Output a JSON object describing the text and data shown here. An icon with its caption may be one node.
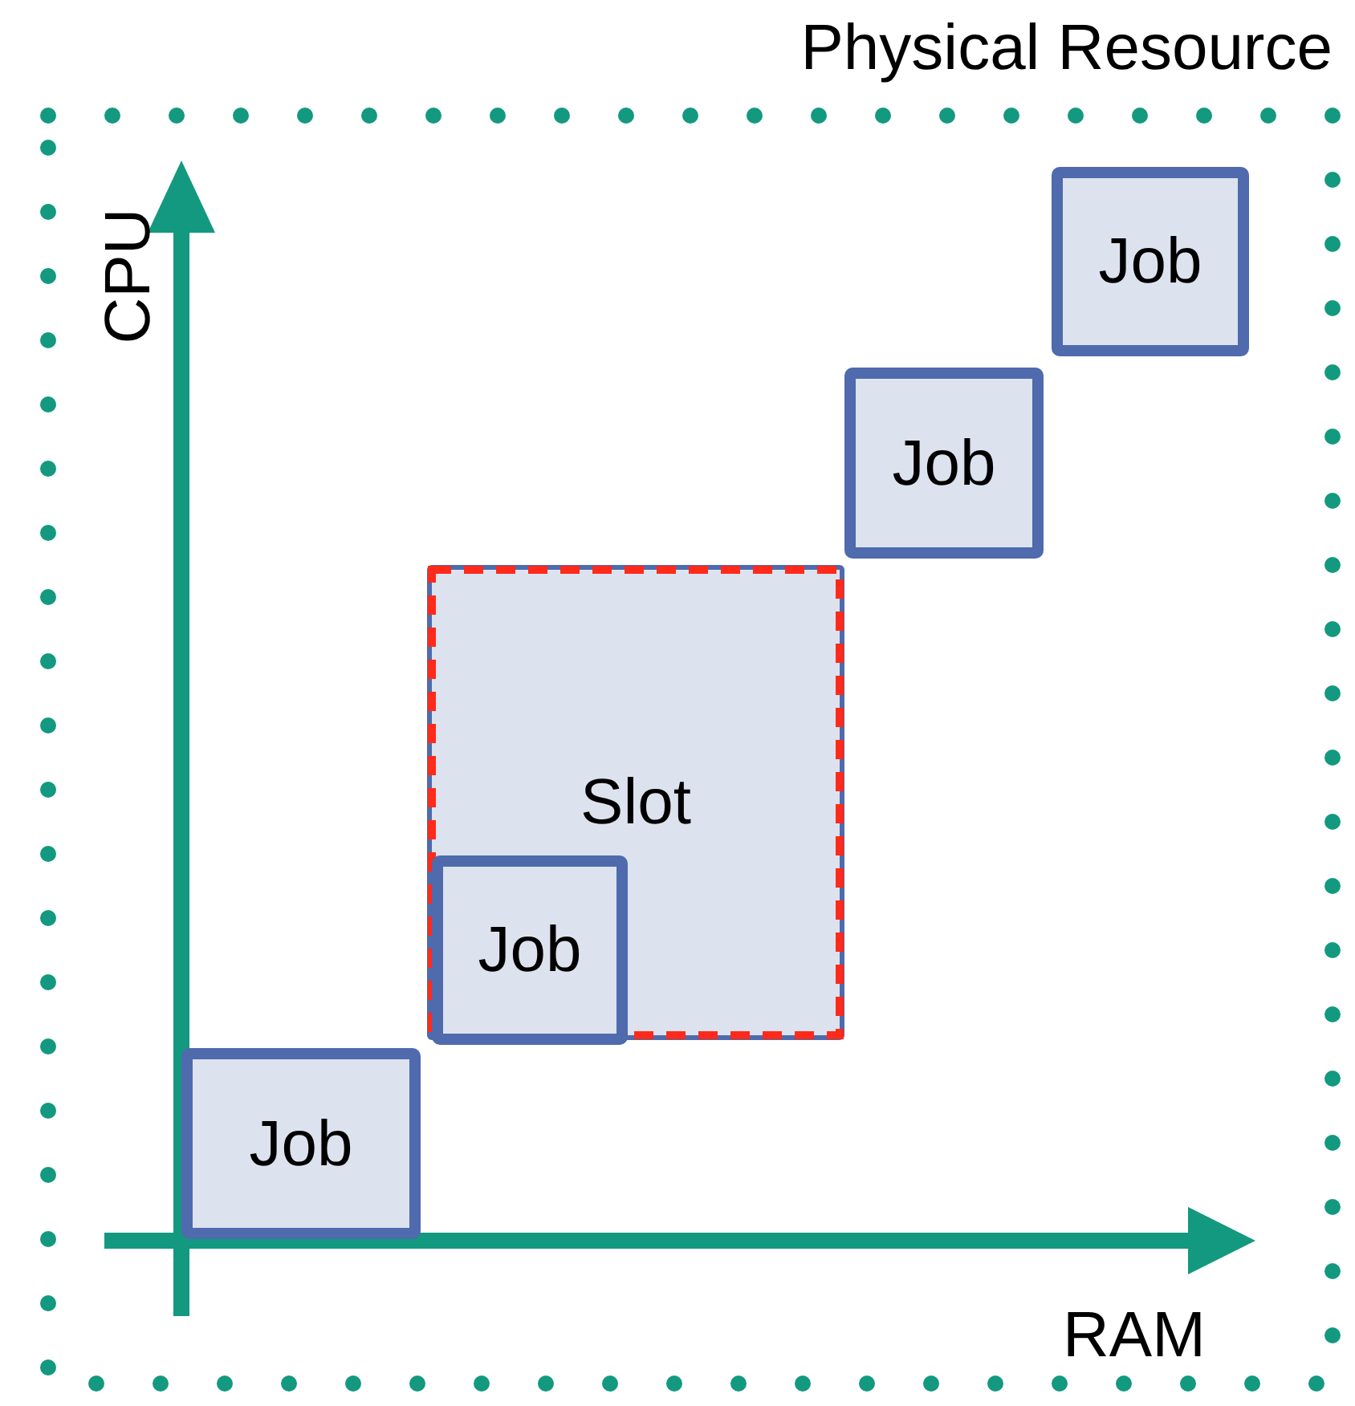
{
  "diagram": {
    "nodes": [
      {
        "text": [
          "Physical Resource"
        ]
      },
      {
        "text": [
          "Job"
        ],
        "in": 0
      },
      {
        "text": [
          "Job"
        ],
        "in": 0
      },
      {
        "text": [
          "Slot"
        ],
        "in": 0
      },
      {
        "text": [
          "Job"
        ],
        "in": 3
      },
      {
        "text": [
          "Job"
        ],
        "in": 0
      }
    ],
    "labels": [
      "CPU",
      "RAM"
    ]
  }
}
